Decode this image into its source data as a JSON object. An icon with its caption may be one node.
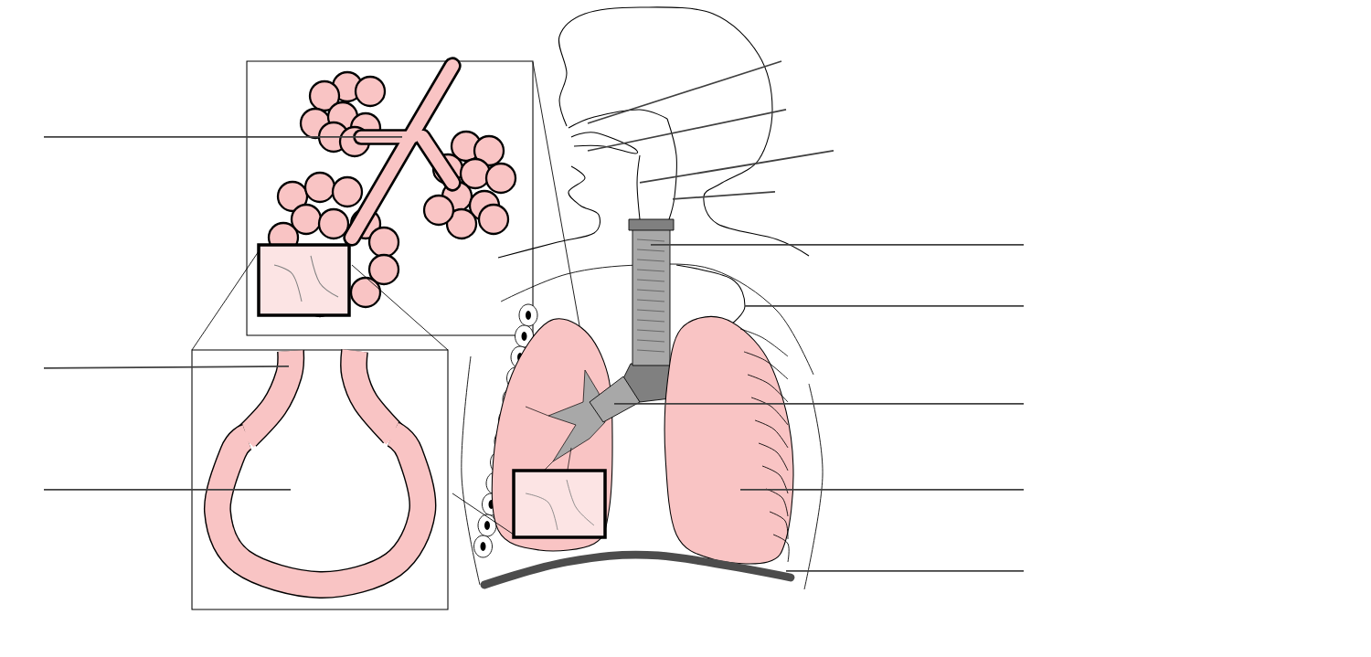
{
  "diagram": {
    "nodes": [
      {
        "text": [],
        "shape": "picture"
      },
      {
        "text": [],
        "shape": "picture"
      },
      {
        "text": [],
        "shape": "picture"
      },
      {
        "text": [],
        "shape": "picture"
      },
      {
        "text": [],
        "shape": "picture"
      },
      {
        "text": [],
        "shape": "picture"
      },
      {
        "text": [],
        "shape": "picture"
      },
      {
        "text": [],
        "shape": "picture"
      },
      {
        "text": [],
        "shape": "picture"
      },
      {
        "text": [],
        "shape": "picture"
      },
      {
        "text": [],
        "shape": "picture"
      },
      {
        "text": [],
        "shape": "picture"
      }
    ],
    "edges": [
      {
        "from": null,
        "to": 0,
        "arrow": "none"
      },
      {
        "from": null,
        "to": 1,
        "arrow": "none"
      },
      {
        "from": null,
        "to": 2,
        "arrow": "none"
      },
      {
        "from": null,
        "to": 3,
        "arrow": "none"
      },
      {
        "from": null,
        "to": 4,
        "arrow": "none"
      },
      {
        "from": null,
        "to": 5,
        "arrow": "none"
      },
      {
        "from": null,
        "to": 6,
        "arrow": "none"
      },
      {
        "from": null,
        "to": 7,
        "arrow": "none"
      },
      {
        "from": null,
        "to": 8,
        "arrow": "none"
      },
      {
        "from": null,
        "to": 9,
        "arrow": "none"
      },
      {
        "from": null,
        "to": 10,
        "arrow": "none"
      },
      {
        "from": null,
        "to": 11,
        "arrow": "none"
      }
    ]
  }
}
